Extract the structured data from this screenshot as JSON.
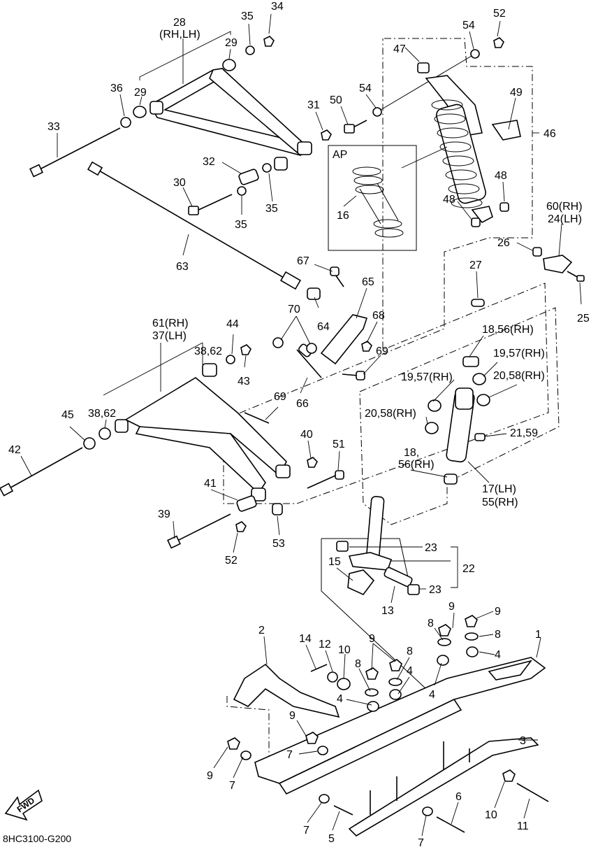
{
  "diagram": {
    "drawing_code": "8HC3100-G200",
    "fwd_label": "FWD",
    "inset_label": "AP",
    "callouts": [
      {
        "id": "c28",
        "text": "28"
      },
      {
        "id": "c28b",
        "text": "(RH,LH)"
      },
      {
        "id": "c35a",
        "text": "35"
      },
      {
        "id": "c34",
        "text": "34"
      },
      {
        "id": "c29a",
        "text": "29"
      },
      {
        "id": "c36",
        "text": "36"
      },
      {
        "id": "c29b",
        "text": "29"
      },
      {
        "id": "c33",
        "text": "33"
      },
      {
        "id": "c31",
        "text": "31"
      },
      {
        "id": "c32",
        "text": "32"
      },
      {
        "id": "c30",
        "text": "30"
      },
      {
        "id": "c35b",
        "text": "35"
      },
      {
        "id": "c35c",
        "text": "35"
      },
      {
        "id": "c63",
        "text": "63"
      },
      {
        "id": "c52a",
        "text": "52"
      },
      {
        "id": "c54a",
        "text": "54"
      },
      {
        "id": "c47",
        "text": "47"
      },
      {
        "id": "c54b",
        "text": "54"
      },
      {
        "id": "c50",
        "text": "50"
      },
      {
        "id": "c49",
        "text": "49"
      },
      {
        "id": "c46",
        "text": "46"
      },
      {
        "id": "c48a",
        "text": "48"
      },
      {
        "id": "c48b",
        "text": "48"
      },
      {
        "id": "c16",
        "text": "16"
      },
      {
        "id": "c60",
        "text": "60(RH)"
      },
      {
        "id": "c24",
        "text": "24(LH)"
      },
      {
        "id": "c26",
        "text": "26"
      },
      {
        "id": "c25",
        "text": "25"
      },
      {
        "id": "c27",
        "text": "27"
      },
      {
        "id": "c67",
        "text": "67"
      },
      {
        "id": "c65",
        "text": "65"
      },
      {
        "id": "c70",
        "text": "70"
      },
      {
        "id": "c64",
        "text": "64"
      },
      {
        "id": "c68",
        "text": "68"
      },
      {
        "id": "c69a",
        "text": "69"
      },
      {
        "id": "c61",
        "text": "61(RH)"
      },
      {
        "id": "c37",
        "text": "37(LH)"
      },
      {
        "id": "c44",
        "text": "44"
      },
      {
        "id": "c38a",
        "text": "38,62"
      },
      {
        "id": "c43",
        "text": "43"
      },
      {
        "id": "c66",
        "text": "66"
      },
      {
        "id": "c18a",
        "text": "18,56(RH)"
      },
      {
        "id": "c19a",
        "text": "19,57(RH)"
      },
      {
        "id": "c19b",
        "text": "19,57(RH)"
      },
      {
        "id": "c20a",
        "text": "20,58(RH)"
      },
      {
        "id": "c20b",
        "text": "20,58(RH)"
      },
      {
        "id": "c21",
        "text": "21,59"
      },
      {
        "id": "c45",
        "text": "45"
      },
      {
        "id": "c38b",
        "text": "38,62"
      },
      {
        "id": "c69b",
        "text": "69"
      },
      {
        "id": "c42",
        "text": "42"
      },
      {
        "id": "c40",
        "text": "40"
      },
      {
        "id": "c51",
        "text": "51"
      },
      {
        "id": "c18b",
        "text": "18,"
      },
      {
        "id": "c56",
        "text": "56(RH)"
      },
      {
        "id": "c17",
        "text": "17(LH)"
      },
      {
        "id": "c55",
        "text": "55(RH)"
      },
      {
        "id": "c41",
        "text": "41"
      },
      {
        "id": "c39",
        "text": "39"
      },
      {
        "id": "c52b",
        "text": "52"
      },
      {
        "id": "c53",
        "text": "53"
      },
      {
        "id": "c23a",
        "text": "23"
      },
      {
        "id": "c15",
        "text": "15"
      },
      {
        "id": "c22",
        "text": "22"
      },
      {
        "id": "c23b",
        "text": "23"
      },
      {
        "id": "c13",
        "text": "13"
      },
      {
        "id": "c9a",
        "text": "9"
      },
      {
        "id": "c9b",
        "text": "9"
      },
      {
        "id": "c8a",
        "text": "8"
      },
      {
        "id": "c8b",
        "text": "8"
      },
      {
        "id": "c1",
        "text": "1"
      },
      {
        "id": "c2",
        "text": "2"
      },
      {
        "id": "c14",
        "text": "14"
      },
      {
        "id": "c12",
        "text": "12"
      },
      {
        "id": "c10a",
        "text": "10"
      },
      {
        "id": "c9c",
        "text": "9"
      },
      {
        "id": "c8c",
        "text": "8"
      },
      {
        "id": "c8d",
        "text": "8"
      },
      {
        "id": "c4a",
        "text": "4"
      },
      {
        "id": "c4b",
        "text": "4"
      },
      {
        "id": "c4c",
        "text": "4"
      },
      {
        "id": "c4d",
        "text": "4"
      },
      {
        "id": "c3",
        "text": "3"
      },
      {
        "id": "c9d",
        "text": "9"
      },
      {
        "id": "c7a",
        "text": "7"
      },
      {
        "id": "c9e",
        "text": "9"
      },
      {
        "id": "c7b",
        "text": "7"
      },
      {
        "id": "c7c",
        "text": "7"
      },
      {
        "id": "c5",
        "text": "5"
      },
      {
        "id": "c6",
        "text": "6"
      },
      {
        "id": "c7d",
        "text": "7"
      },
      {
        "id": "c10b",
        "text": "10"
      },
      {
        "id": "c11",
        "text": "11"
      }
    ]
  }
}
